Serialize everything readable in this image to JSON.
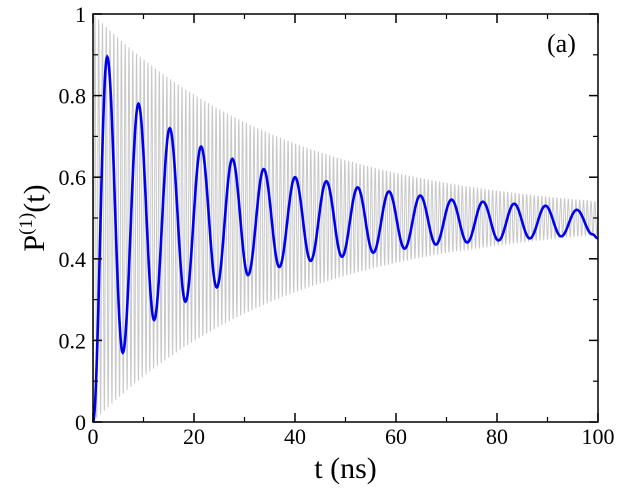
{
  "chart_data": {
    "type": "line",
    "panel_label": "(a)",
    "xlabel": "t (ns)",
    "ylabel": {
      "base": "P",
      "superscript": "(1)",
      "suffix": "(t)"
    },
    "xlim": [
      0,
      100
    ],
    "ylim": [
      0,
      1
    ],
    "x_ticks": [
      0,
      20,
      40,
      60,
      80,
      100
    ],
    "y_ticks": [
      0,
      0.2,
      0.4,
      0.6,
      0.8,
      1
    ],
    "x_tick_labels": [
      "0",
      "20",
      "40",
      "60",
      "80",
      "100"
    ],
    "y_tick_labels": [
      "0",
      "0.2",
      "0.4",
      "0.6",
      "0.8",
      "1"
    ],
    "grid": false,
    "colors": {
      "fast": "#c8c8c8",
      "slow": "#0000ee",
      "axes": "#000000"
    },
    "series": [
      {
        "style": "fast-oscillation-envelope",
        "color": "#c8c8c8",
        "mean": 0.5,
        "initial_amplitude": 0.5,
        "amplitude_at_100ns": 0.04,
        "period_ns": 0.75,
        "x_range": [
          0,
          100
        ]
      },
      {
        "style": "slow-oscillation",
        "color": "#0000ee",
        "x_range": [
          0,
          100
        ],
        "extrema": [
          {
            "x": 0.0,
            "y": 0.0
          },
          {
            "x": 2.8,
            "y": 0.895
          },
          {
            "x": 5.9,
            "y": 0.17
          },
          {
            "x": 9.0,
            "y": 0.78
          },
          {
            "x": 12.1,
            "y": 0.25
          },
          {
            "x": 15.2,
            "y": 0.72
          },
          {
            "x": 18.3,
            "y": 0.295
          },
          {
            "x": 21.4,
            "y": 0.675
          },
          {
            "x": 24.5,
            "y": 0.33
          },
          {
            "x": 27.6,
            "y": 0.645
          },
          {
            "x": 30.7,
            "y": 0.36
          },
          {
            "x": 33.8,
            "y": 0.62
          },
          {
            "x": 36.9,
            "y": 0.38
          },
          {
            "x": 40.0,
            "y": 0.6
          },
          {
            "x": 43.1,
            "y": 0.395
          },
          {
            "x": 46.2,
            "y": 0.59
          },
          {
            "x": 49.3,
            "y": 0.405
          },
          {
            "x": 52.4,
            "y": 0.575
          },
          {
            "x": 55.5,
            "y": 0.415
          },
          {
            "x": 58.6,
            "y": 0.565
          },
          {
            "x": 61.7,
            "y": 0.425
          },
          {
            "x": 64.8,
            "y": 0.555
          },
          {
            "x": 67.9,
            "y": 0.435
          },
          {
            "x": 71.0,
            "y": 0.545
          },
          {
            "x": 74.1,
            "y": 0.44
          },
          {
            "x": 77.2,
            "y": 0.54
          },
          {
            "x": 80.3,
            "y": 0.445
          },
          {
            "x": 83.4,
            "y": 0.535
          },
          {
            "x": 86.5,
            "y": 0.45
          },
          {
            "x": 89.6,
            "y": 0.53
          },
          {
            "x": 92.7,
            "y": 0.455
          },
          {
            "x": 95.8,
            "y": 0.52
          },
          {
            "x": 98.9,
            "y": 0.46
          },
          {
            "x": 100.0,
            "y": 0.45
          }
        ]
      }
    ]
  }
}
